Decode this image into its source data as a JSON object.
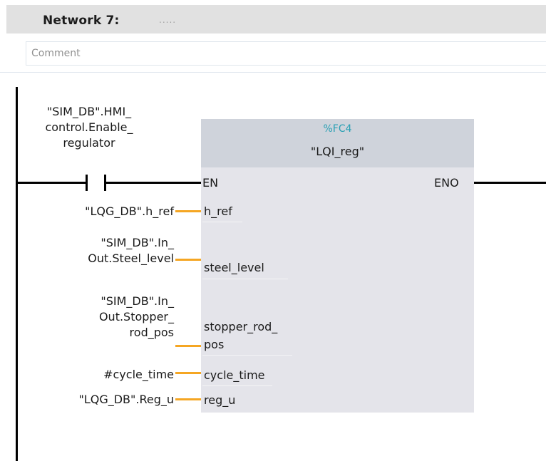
{
  "network": {
    "title": "Network 7:",
    "dots": ".....",
    "comment_placeholder": "Comment"
  },
  "contact": {
    "operand_lines": [
      "\"SIM_DB\".HMI_",
      "control.Enable_",
      "regulator"
    ]
  },
  "block": {
    "number": "%FC4",
    "name": "\"LQI_reg\"",
    "en": "EN",
    "eno": "ENO"
  },
  "inputs": [
    {
      "pin": "h_ref",
      "operand": "\"LQG_DB\".h_ref"
    },
    {
      "pin": "steel_level",
      "operand_line1": "\"SIM_DB\".In_",
      "operand_line2": "Out.Steel_level"
    },
    {
      "pin_line1": "stopper_rod_",
      "pin_line2": "pos",
      "operand_line1": "\"SIM_DB\".In_",
      "operand_line2": "Out.Stopper_",
      "operand_line3": "rod_pos"
    },
    {
      "pin": "cycle_time",
      "operand": "#cycle_time"
    },
    {
      "pin": "reg_u",
      "operand": "\"LQG_DB\".Reg_u"
    }
  ],
  "colors": {
    "header_bg": "#e1e1e1",
    "block_body": "#e4e4ea",
    "block_header": "#cfd3db",
    "fc_number": "#2aa0b4",
    "input_connector": "#f5a623"
  }
}
